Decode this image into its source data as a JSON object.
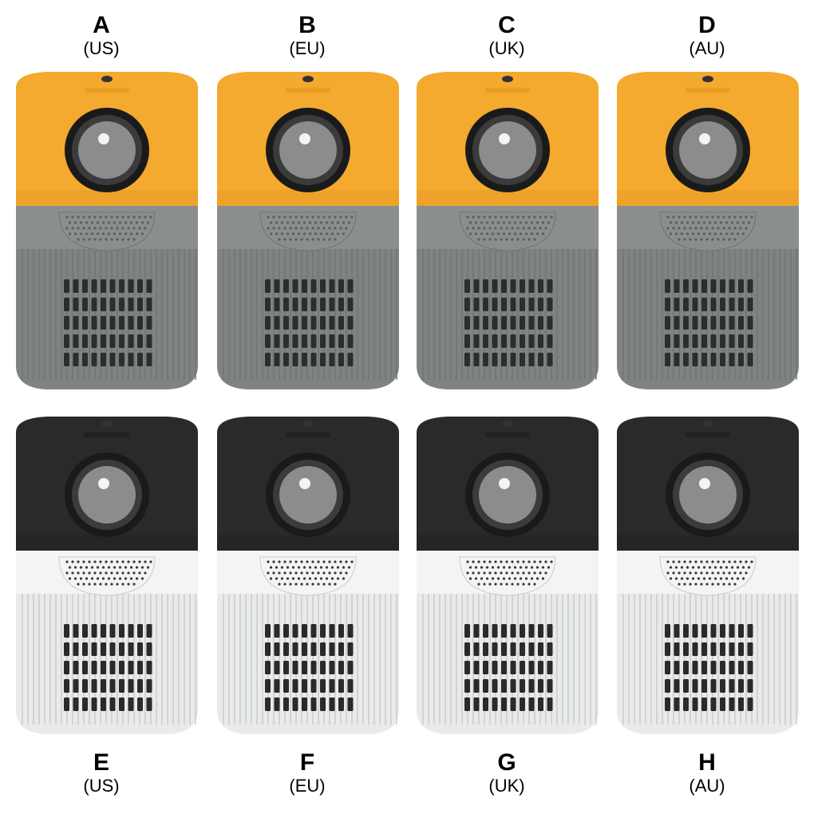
{
  "variants": [
    {
      "letter": "A",
      "region": "(US)",
      "color": "yellow-gray"
    },
    {
      "letter": "B",
      "region": "(EU)",
      "color": "yellow-gray"
    },
    {
      "letter": "C",
      "region": "(UK)",
      "color": "yellow-gray"
    },
    {
      "letter": "D",
      "region": "(AU)",
      "color": "yellow-gray"
    },
    {
      "letter": "E",
      "region": "(US)",
      "color": "black-white"
    },
    {
      "letter": "F",
      "region": "(EU)",
      "color": "black-white"
    },
    {
      "letter": "G",
      "region": "(UK)",
      "color": "black-white"
    },
    {
      "letter": "H",
      "region": "(AU)",
      "color": "black-white"
    }
  ],
  "palettes": {
    "yellow-gray": {
      "top": "#f4aa2e",
      "topShade": "#e39420",
      "band": "#8a8f8d",
      "body": "#7f8482",
      "bodyLine": "#6f7472",
      "slot": "#2b2d2e",
      "grill": "#5a5e5d"
    },
    "black-white": {
      "top": "#2a2a2b",
      "topShade": "#1c1c1d",
      "band": "#f4f4f4",
      "body": "#e9eaea",
      "bodyLine": "#c9caca",
      "slot": "#2a2a2a",
      "grill": "#3a3a3a"
    }
  }
}
